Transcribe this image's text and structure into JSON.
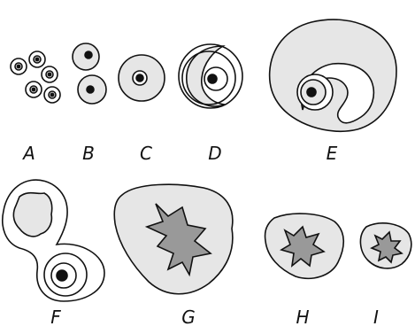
{
  "labels": {
    "a": "A",
    "b": "B",
    "c": "C",
    "d": "D",
    "e": "E",
    "f": "F",
    "g": "G",
    "h": "H",
    "i": "I"
  },
  "colors": {
    "ink": "#111111",
    "fill": "#e6e6e6",
    "background": "#ffffff"
  }
}
